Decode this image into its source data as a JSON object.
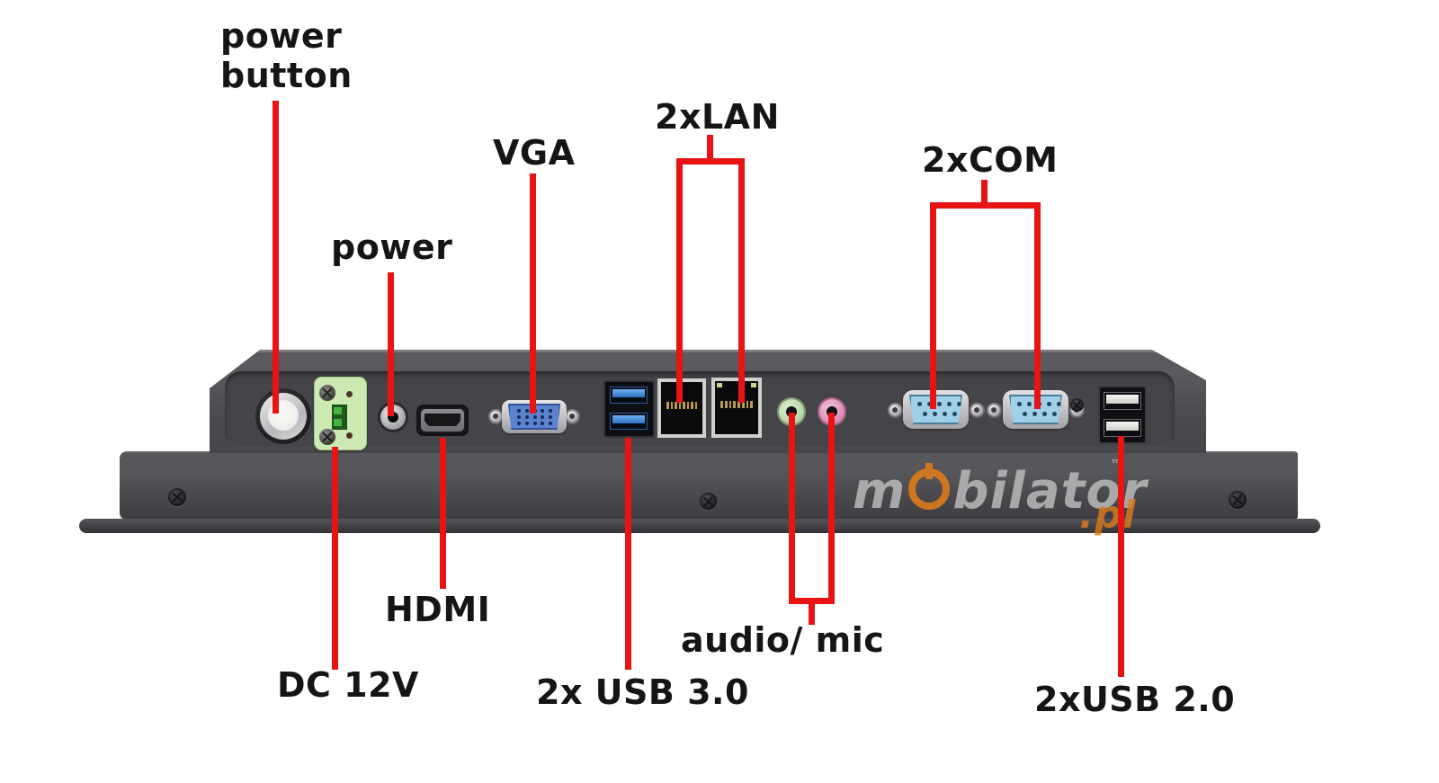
{
  "diagram": {
    "background_color": "#ffffff",
    "callout_line_color": "#e81313",
    "label_text_color": "#151515",
    "labels": {
      "power_button": "power\nbutton",
      "power": "power",
      "vga": "VGA",
      "lan": "2xLAN",
      "com": "2xCOM",
      "dc_12v": "DC 12V",
      "hdmi": "HDMI",
      "usb3": "2x USB 3.0",
      "audio_mic": "audio/ mic",
      "usb2": "2xUSB 2.0"
    },
    "watermark": {
      "part1": "m",
      "part2": "bilator",
      "domain": ".pl",
      "tm": "™",
      "text_color": "#bababa",
      "accent_color": "#dd7a1a"
    },
    "device": {
      "chassis_colors": {
        "deck": "#55555a",
        "bezel": "#4c4c50",
        "strip": "#3c3c40"
      },
      "port_colors": {
        "dc_terminal_green": "#cdeab2",
        "vga_blue": "#5b82cc",
        "usb3_blue": "#3f86d8",
        "com_blue": "#9fd0e8",
        "audio_green": "#c9e0bc",
        "mic_pink": "#e59ab8",
        "usb2_white": "#e8e8e6"
      }
    }
  }
}
